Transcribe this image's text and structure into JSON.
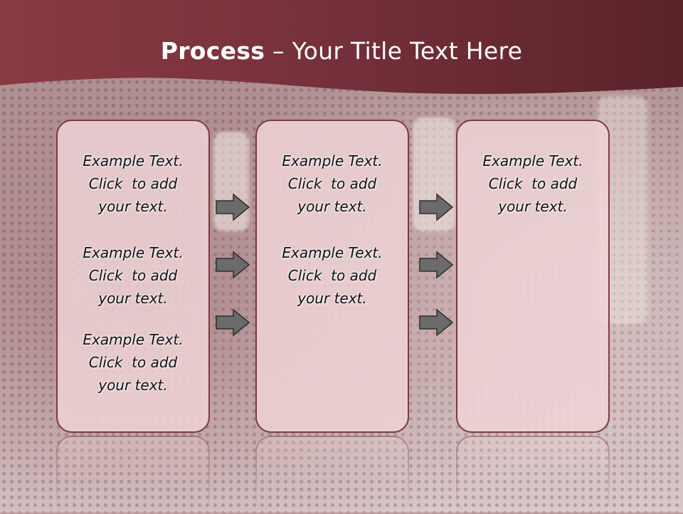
{
  "slide": {
    "title_bold": "Process",
    "title_rest": " – Your Title Text Here"
  },
  "columns": [
    {
      "blocks": [
        {
          "line1": "Example Text.",
          "line2": "Click  to add",
          "line3": "your text."
        },
        {
          "line1": "Example Text.",
          "line2": "Click  to add",
          "line3": "your text."
        },
        {
          "line1": "Example Text.",
          "line2": "Click  to add",
          "line3": "your text."
        }
      ]
    },
    {
      "blocks": [
        {
          "line1": "Example Text.",
          "line2": "Click  to add",
          "line3": "your text."
        },
        {
          "line1": "Example Text.",
          "line2": "Click  to add",
          "line3": "your text."
        }
      ]
    },
    {
      "blocks": [
        {
          "line1": "Example Text.",
          "line2": "Click  to add",
          "line3": "your text."
        }
      ]
    }
  ],
  "colors": {
    "header": "#7a2e36",
    "card_border": "#7a3a40",
    "card_fill": "#eed4d6",
    "arrow_fill": "#6b6b6b"
  }
}
